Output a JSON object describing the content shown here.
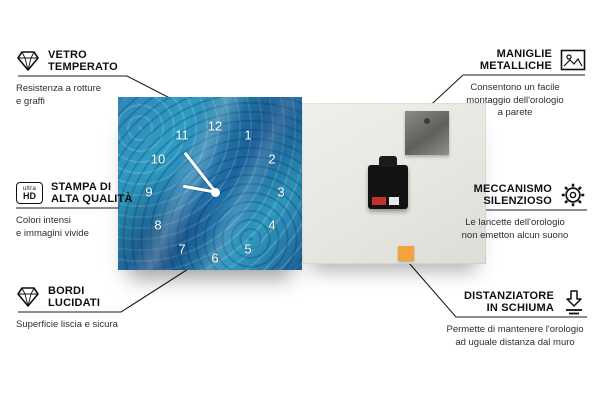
{
  "product": {
    "name": "glass-wall-clock",
    "clock": {
      "numbers": [
        "1",
        "2",
        "3",
        "4",
        "5",
        "6",
        "7",
        "8",
        "9",
        "10",
        "11",
        "12"
      ]
    },
    "colors": {
      "face_blue": "#2487b8",
      "back_panel": "#e9e8e3",
      "mechanism_black": "#121212",
      "metal_plate_grey": "#6f6f6b",
      "foam_orange": "#f2a33c",
      "leader_line": "#1d1d1d",
      "hands_white": "#ffffff"
    }
  },
  "callouts": [
    {
      "id": "vetro-temperato",
      "icon": "diamond-icon",
      "title": "VETRO\nTEMPERATO",
      "description": "Resistenza a rotture\ne graffi"
    },
    {
      "id": "stampa-di-alta-qualita",
      "icon": "ultra-hd-icon",
      "icon_text_top": "ultra",
      "icon_text_bottom": "HD",
      "title": "STAMPA DI\nALTA QUALITÀ",
      "description": "Colori intensi\ne immagini vivide"
    },
    {
      "id": "bordi-lucidati",
      "icon": "gem-icon",
      "title": "BORDI\nLUCIDATI",
      "description": "Superficie liscia e sicura"
    },
    {
      "id": "maniglie-metalliche",
      "icon": "picture-frame-icon",
      "title": "MANIGLIE\nMETALLICHE",
      "description": "Consentono un facile\nmontaggio dell'orologio\na parete"
    },
    {
      "id": "meccanismo-silenzioso",
      "icon": "gear-icon",
      "title": "MECCANISMO\nSILENZIOSO",
      "description": "Le lancette dell'orologio\nnon emetton alcun suono"
    },
    {
      "id": "distanziatore-in-schiuma",
      "icon": "arrow-down-icon",
      "title": "DISTANZIATORE\nIN SCHIUMA",
      "description": "Permette di mantenere l'orologio\nad uguale distanza dal muro"
    }
  ]
}
